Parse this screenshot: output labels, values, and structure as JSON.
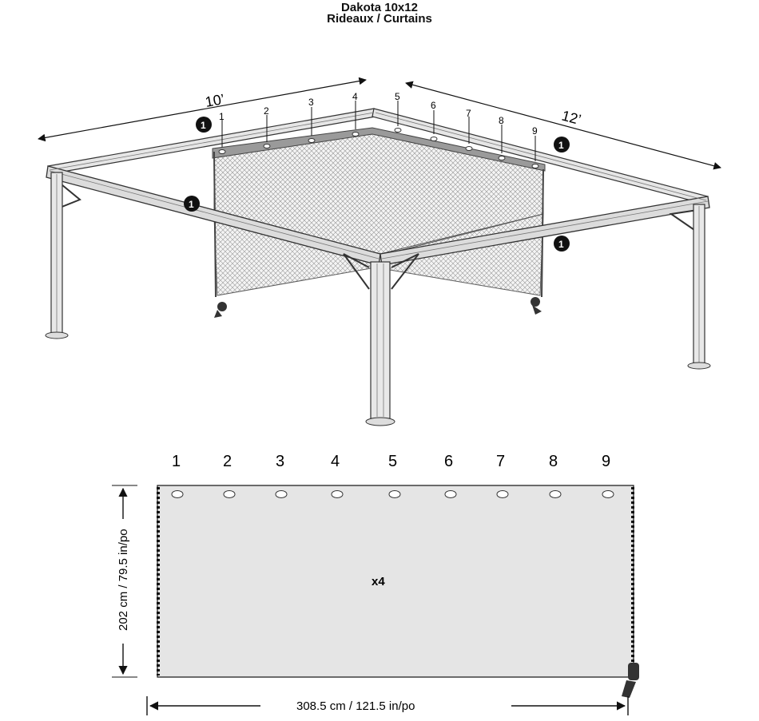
{
  "title": "Dakota 10x12",
  "subtitle": "Rideaux / Curtains",
  "dim_front": "10’",
  "dim_side": "12’",
  "step_marker": "1",
  "grommet_numbers": [
    "1",
    "2",
    "3",
    "4",
    "5",
    "6",
    "7",
    "8",
    "9"
  ],
  "panel_quantity": "x4",
  "panel_height": "202 cm / 79.5 in/po",
  "panel_width": "308.5 cm / 121.5 in/po"
}
